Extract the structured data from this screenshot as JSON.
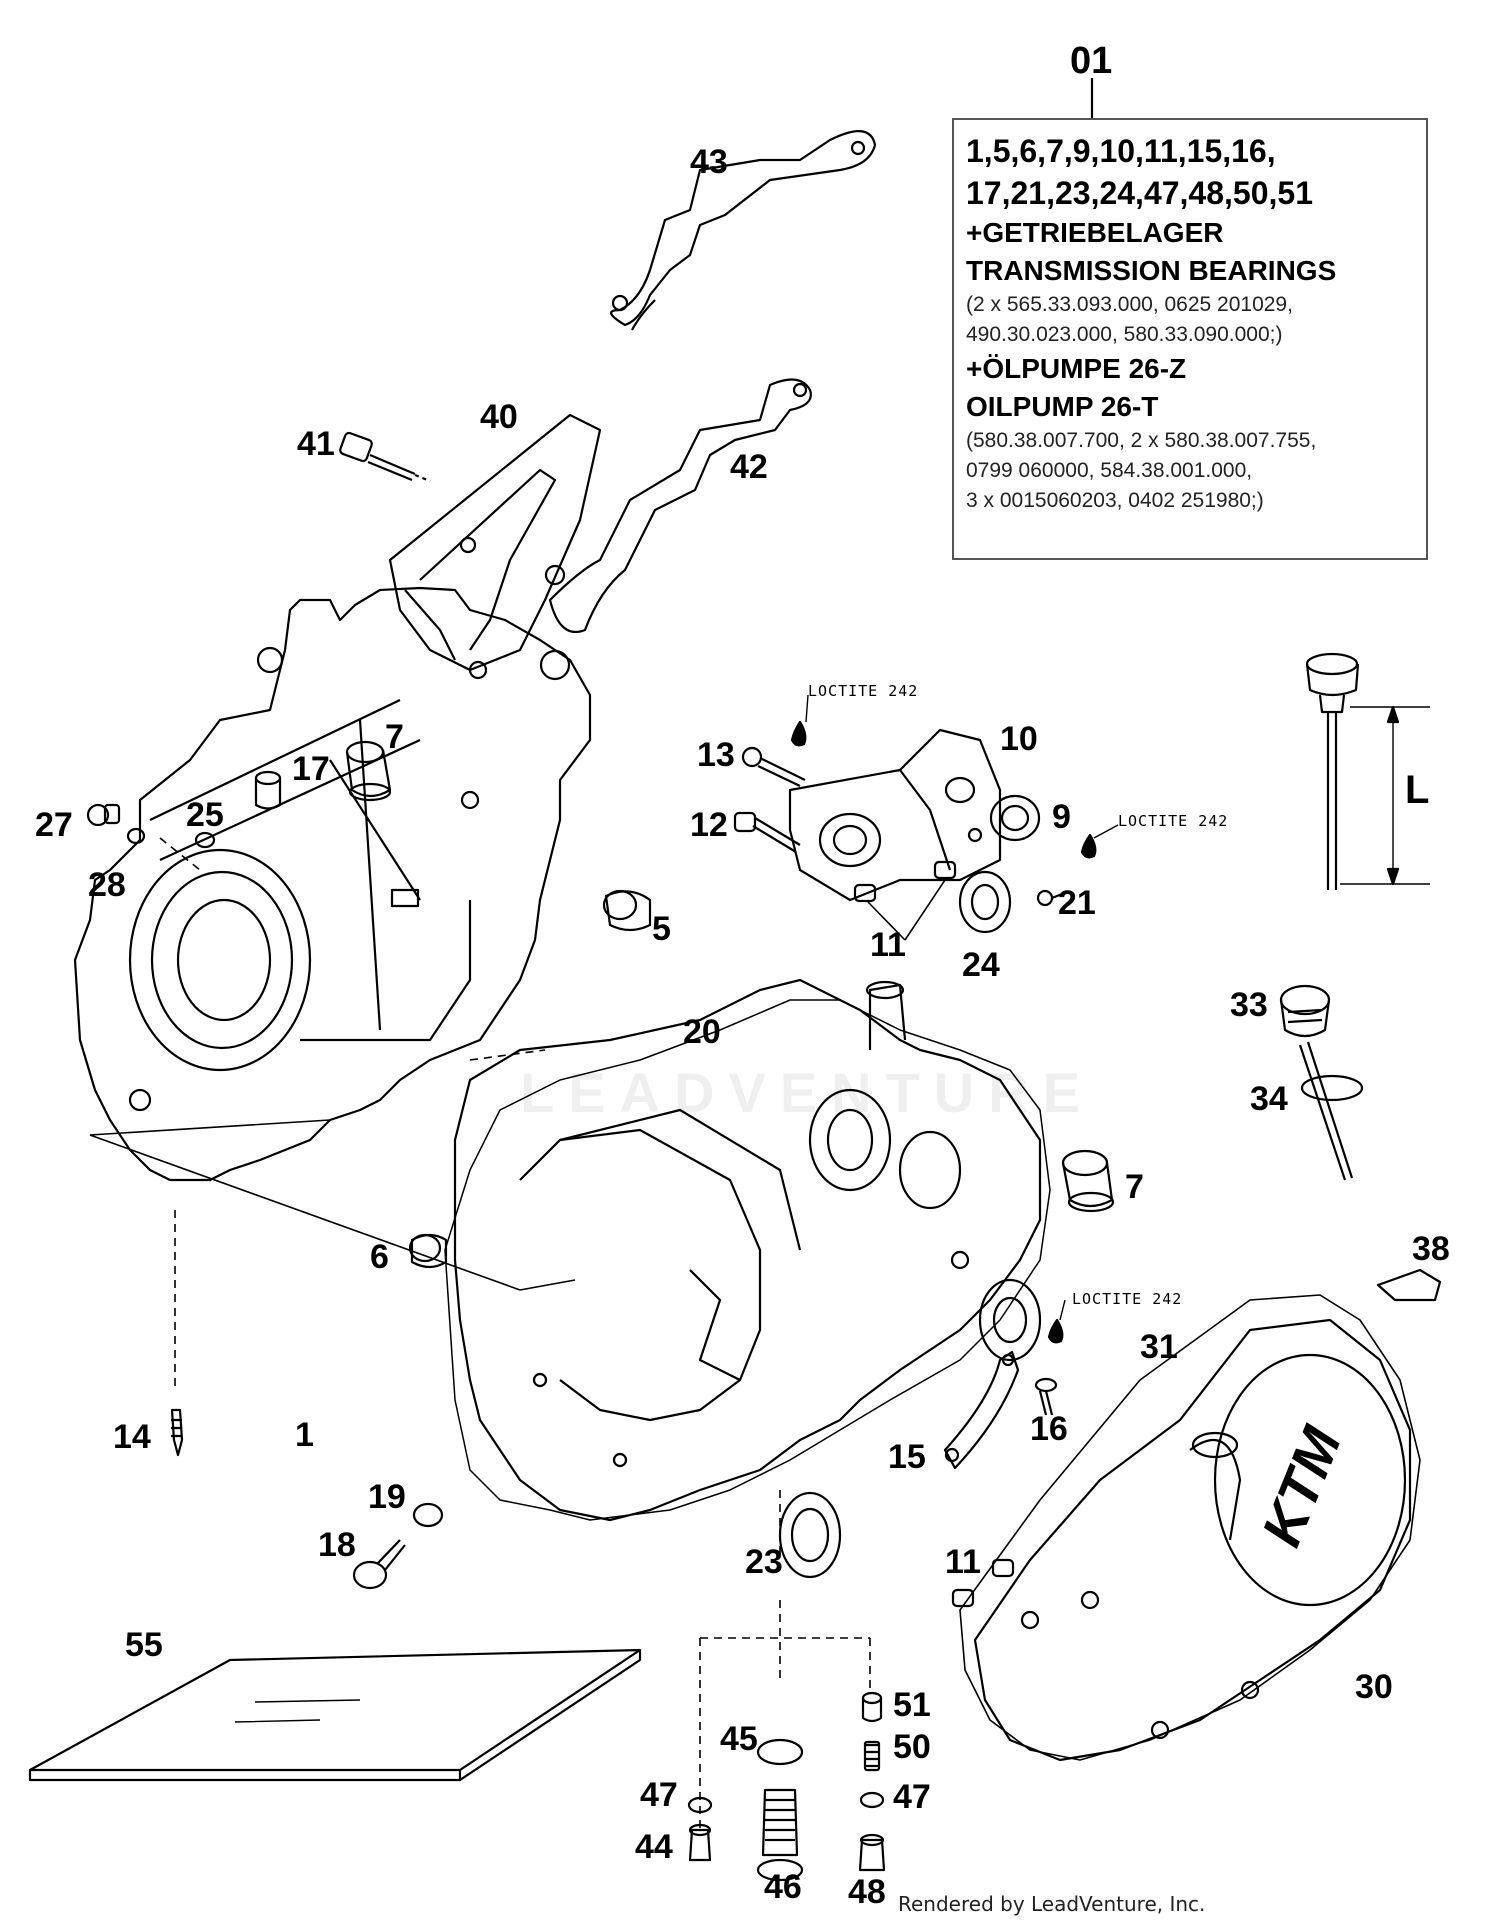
{
  "kit": {
    "number": "01",
    "items_line1": "1,5,6,7,9,10,11,15,16,",
    "items_line2": "17,21,23,24,47,48,50,51",
    "getriebelager": "+GETRIEBELAGER",
    "transmission": "TRANSMISSION BEARINGS",
    "bearing_parts_1": "(2 x 565.33.093.000, 0625 201029,",
    "bearing_parts_2": "490.30.023.000, 580.33.090.000;)",
    "oelpumpe": "+ÖLPUMPE 26-Z",
    "oilpump": "OILPUMP 26-T",
    "pump_parts_1": "(580.38.007.700, 2 x 580.38.007.755,",
    "pump_parts_2": "0799 060000, 584.38.001.000,",
    "pump_parts_3": "3 x 0015060203, 0402 251980;)"
  },
  "loctite": [
    "LOCTITE 242",
    "LOCTITE 242",
    "LOCTITE 242"
  ],
  "dimension_label": "L",
  "labels": {
    "p43": "43",
    "p40": "40",
    "p41": "41",
    "p42": "42",
    "p7a": "7",
    "p17": "17",
    "p25": "25",
    "p27": "27",
    "p28": "28",
    "p5": "5",
    "p13": "13",
    "p12": "12",
    "p10": "10",
    "p9": "9",
    "p11a": "11",
    "p24": "24",
    "p21": "21",
    "p20": "20",
    "p33": "33",
    "p34": "34",
    "p7b": "7",
    "p6": "6",
    "p38": "38",
    "p31": "31",
    "p14": "14",
    "p1": "1",
    "p15": "15",
    "p16": "16",
    "p19": "19",
    "p18": "18",
    "p23": "23",
    "p11b": "11",
    "p30": "30",
    "p55": "55",
    "p51": "51",
    "p45": "45",
    "p50": "50",
    "p47a": "47",
    "p47b": "47",
    "p44": "44",
    "p46": "46",
    "p48": "48"
  },
  "footer": "Rendered by LeadVenture, Inc.",
  "watermark": "LEADVENTURE"
}
